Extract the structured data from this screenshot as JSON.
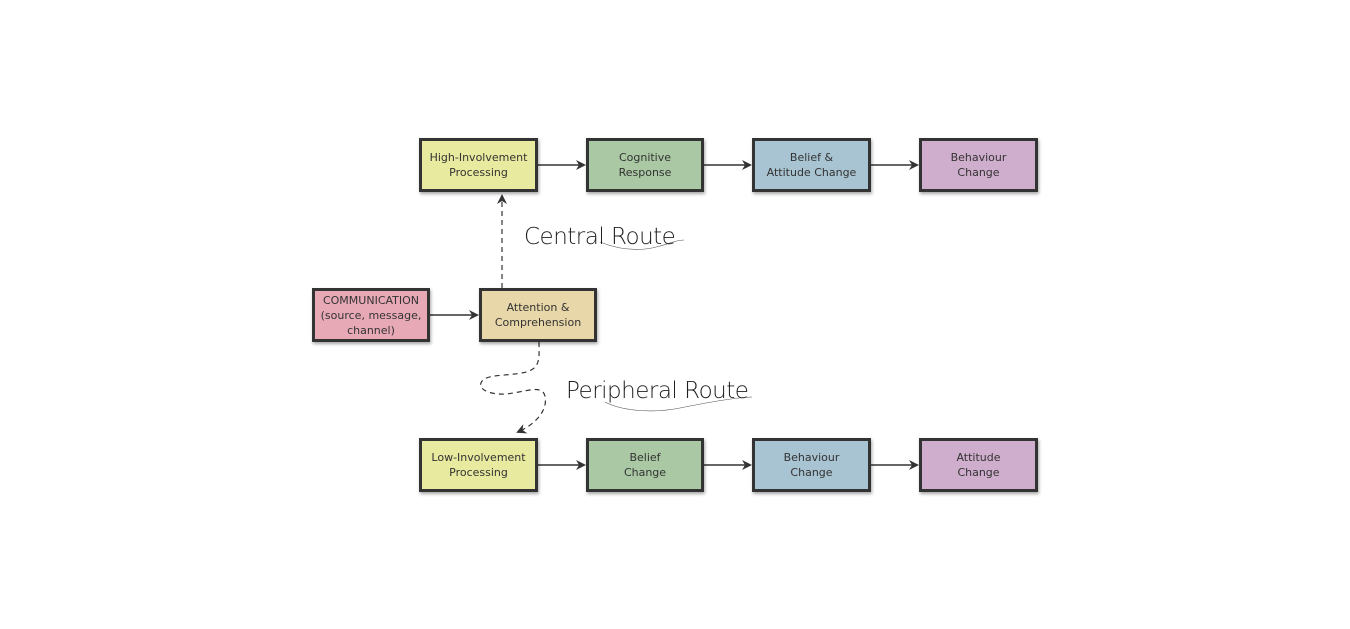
{
  "colors": {
    "communication": "#e8a9b7",
    "attention": "#e8d7a8",
    "yellow": "#e8ea9f",
    "green": "#a9c8a3",
    "blue": "#a8c3d1",
    "purple": "#cfadcc",
    "border": "#333333",
    "label_accent": "#e0506a"
  },
  "nodes": {
    "communication": "COMMUNICATION\n(source, message,\nchannel)",
    "attention": "Attention &\nComprehension",
    "central": {
      "processing": "High-Involvement\nProcessing",
      "response": "Cognitive\nResponse",
      "belief_attitude": "Belief &\nAttitude Change",
      "behaviour": "Behaviour\nChange"
    },
    "peripheral": {
      "processing": "Low-Involvement\nProcessing",
      "belief": "Belief\nChange",
      "behaviour": "Behaviour\nChange",
      "attitude": "Attitude\nChange"
    }
  },
  "labels": {
    "central_route": "Central Route",
    "peripheral_route": "Peripheral Route"
  }
}
